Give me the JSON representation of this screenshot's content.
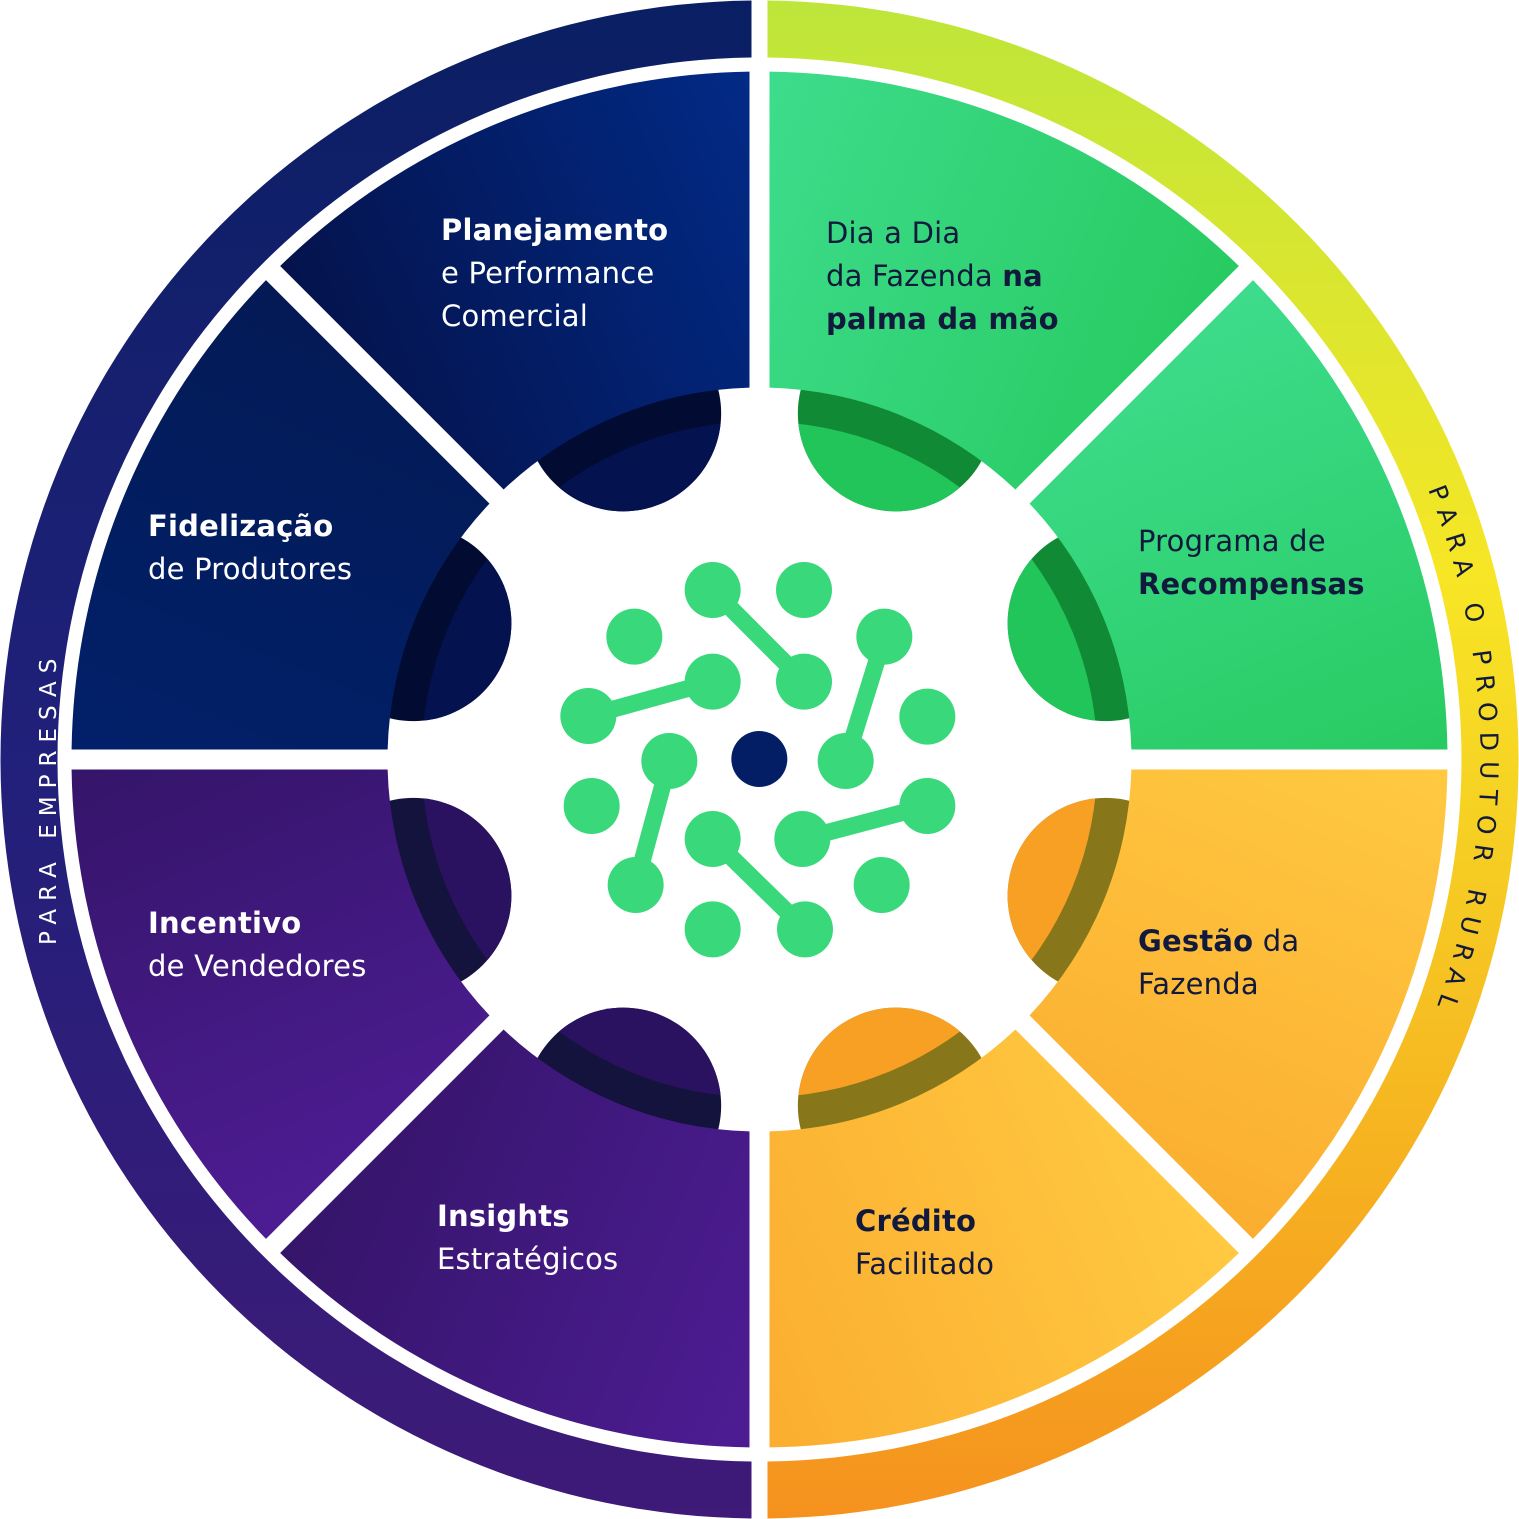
{
  "diagram": {
    "type": "segmented-wheel",
    "ring_labels": {
      "left": {
        "text": "PARA EMPRESAS",
        "color": "#ffffff"
      },
      "right": {
        "text": "PARA O PRODUTOR RURAL",
        "color": "#111a3d"
      }
    },
    "ring_colors": {
      "left": {
        "top": "#0a1f63",
        "mid": "#21207a",
        "bottom": "#3f1a78"
      },
      "right": {
        "top": "#bde63a",
        "mid": "#f7e625",
        "bottom": "#f5921e"
      }
    },
    "segments": [
      {
        "id": "planejamento",
        "group": "empresas",
        "lines": [
          [
            {
              "t": "Planejamento",
              "b": true
            }
          ],
          [
            {
              "t": "e Performance",
              "b": false
            }
          ],
          [
            {
              "t": "Comercial",
              "b": false
            }
          ]
        ],
        "color_a": "#04134d",
        "color_b": "#022a86",
        "bump": "#041350",
        "band": "#020c33",
        "text": "light"
      },
      {
        "id": "dia-a-dia",
        "group": "produtor",
        "lines": [
          [
            {
              "t": "Dia a Dia",
              "b": false
            }
          ],
          [
            {
              "t": "da Fazenda ",
              "b": false
            },
            {
              "t": "na",
              "b": true
            }
          ],
          [
            {
              "t": "palma da mão",
              "b": true
            }
          ]
        ],
        "color_a": "#3ddc8c",
        "color_b": "#28cb62",
        "bump": "#22c55a",
        "band": "#118a35",
        "text": "dark"
      },
      {
        "id": "programa",
        "group": "produtor",
        "lines": [
          [
            {
              "t": "Programa de",
              "b": false
            }
          ],
          [
            {
              "t": "Recompensas",
              "b": true
            }
          ]
        ],
        "color_a": "#3ddc8c",
        "color_b": "#28cb62",
        "bump": "#22c55a",
        "band": "#118a35",
        "text": "dark"
      },
      {
        "id": "gestao",
        "group": "produtor",
        "lines": [
          [
            {
              "t": "Gestão",
              "b": true
            },
            {
              "t": " da",
              "b": false
            }
          ],
          [
            {
              "t": "Fazenda",
              "b": false
            }
          ]
        ],
        "color_a": "#ffc941",
        "color_b": "#fbae30",
        "bump": "#f7a024",
        "band": "#87771a",
        "text": "dark"
      },
      {
        "id": "credito",
        "group": "produtor",
        "lines": [
          [
            {
              "t": "Crédito",
              "b": true
            }
          ],
          [
            {
              "t": "Facilitado",
              "b": false
            }
          ]
        ],
        "color_a": "#ffc941",
        "color_b": "#fbae30",
        "bump": "#f7a024",
        "band": "#87771a",
        "text": "dark"
      },
      {
        "id": "insights",
        "group": "empresas",
        "lines": [
          [
            {
              "t": "Insights",
              "b": true
            }
          ],
          [
            {
              "t": "Estratégicos",
              "b": false
            }
          ]
        ],
        "color_a": "#4d1c93",
        "color_b": "#35156a",
        "bump": "#2a1260",
        "band": "#14133d",
        "text": "light"
      },
      {
        "id": "incentivo",
        "group": "empresas",
        "lines": [
          [
            {
              "t": "Incentivo",
              "b": true
            }
          ],
          [
            {
              "t": "de Vendedores",
              "b": false
            }
          ]
        ],
        "color_a": "#4d1c93",
        "color_b": "#35156a",
        "bump": "#2a1260",
        "band": "#14133d",
        "text": "light"
      },
      {
        "id": "fidelizacao",
        "group": "empresas",
        "lines": [
          [
            {
              "t": "Fidelização",
              "b": true
            }
          ],
          [
            {
              "t": "de Produtores",
              "b": false
            }
          ]
        ],
        "color_a": "#02206a",
        "color_b": "#031a55",
        "bump": "#041350",
        "band": "#020c33",
        "text": "light"
      }
    ],
    "center_logo": {
      "name": "network-nodes-logo",
      "node_color": "#38d87b",
      "core_color": "#041e66"
    }
  }
}
